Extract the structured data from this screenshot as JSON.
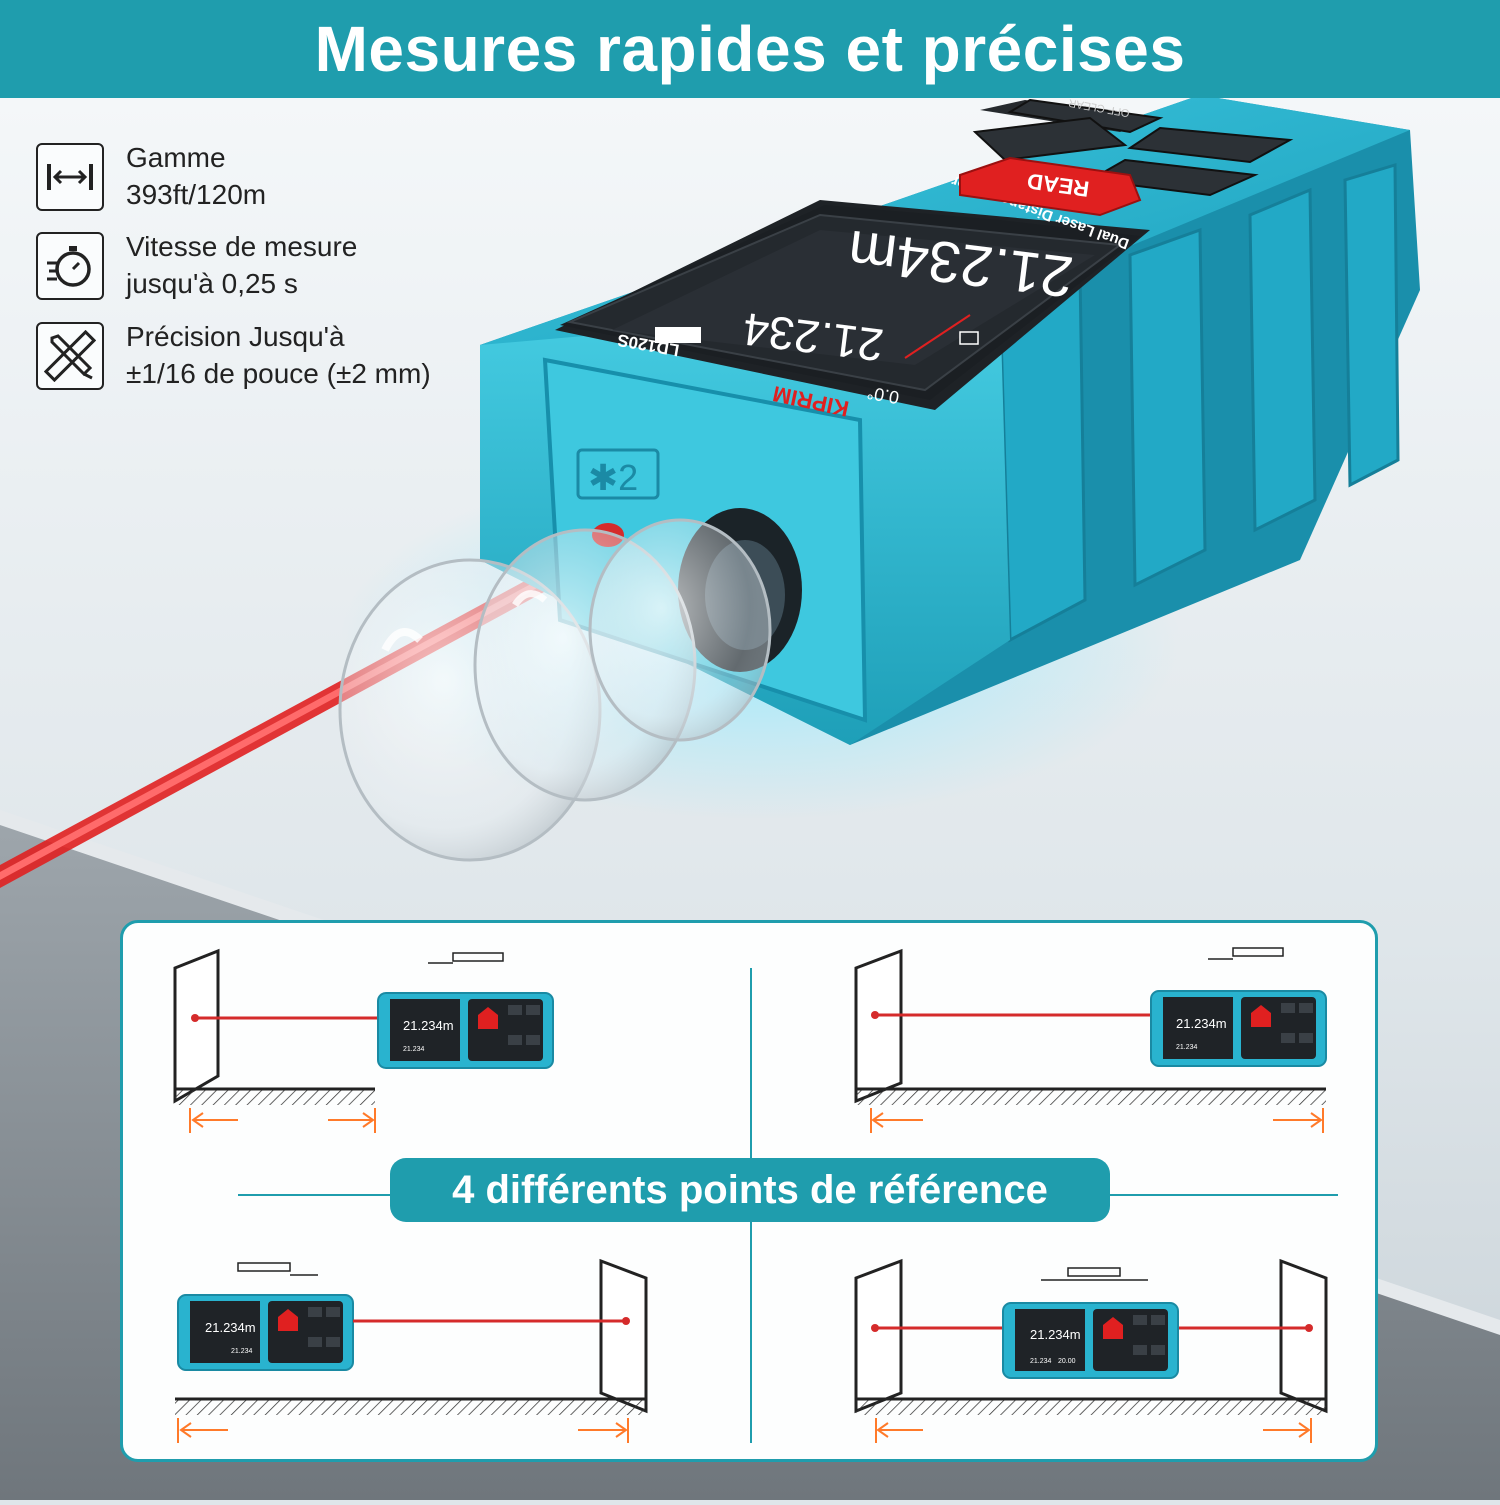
{
  "header": {
    "title": "Mesures rapides et précises"
  },
  "features": [
    {
      "icon": "range-arrows-icon",
      "line1": "Gamme",
      "line2": "393ft/120m"
    },
    {
      "icon": "stopwatch-icon",
      "line1": "Vitesse de mesure",
      "line2": "jusqu'à 0,25 s"
    },
    {
      "icon": "ruler-pencil-icon",
      "line1": "Précision Jusqu'à",
      "line2": "±1/16 de pouce (±2 mm)"
    }
  ],
  "device": {
    "brand": "KIPRIM",
    "model": "LD120S",
    "subtitle": "Dual Laser Distance Meter",
    "reading_main": "21.234m",
    "reading_secondary": "21.234",
    "angle": "0.0°",
    "read_button": "READ",
    "laser_mark": "✱2",
    "top_button_label": "OFF CLEAR"
  },
  "reference_panel": {
    "label": "4 différents points de référence",
    "mini_reading": "21.234m",
    "mini_secondary": "21.234",
    "mini_secondary_alt": "20.00"
  },
  "colors": {
    "accent": "#1f9dad",
    "device_body": "#27b6d2",
    "laser": "#e02020"
  }
}
